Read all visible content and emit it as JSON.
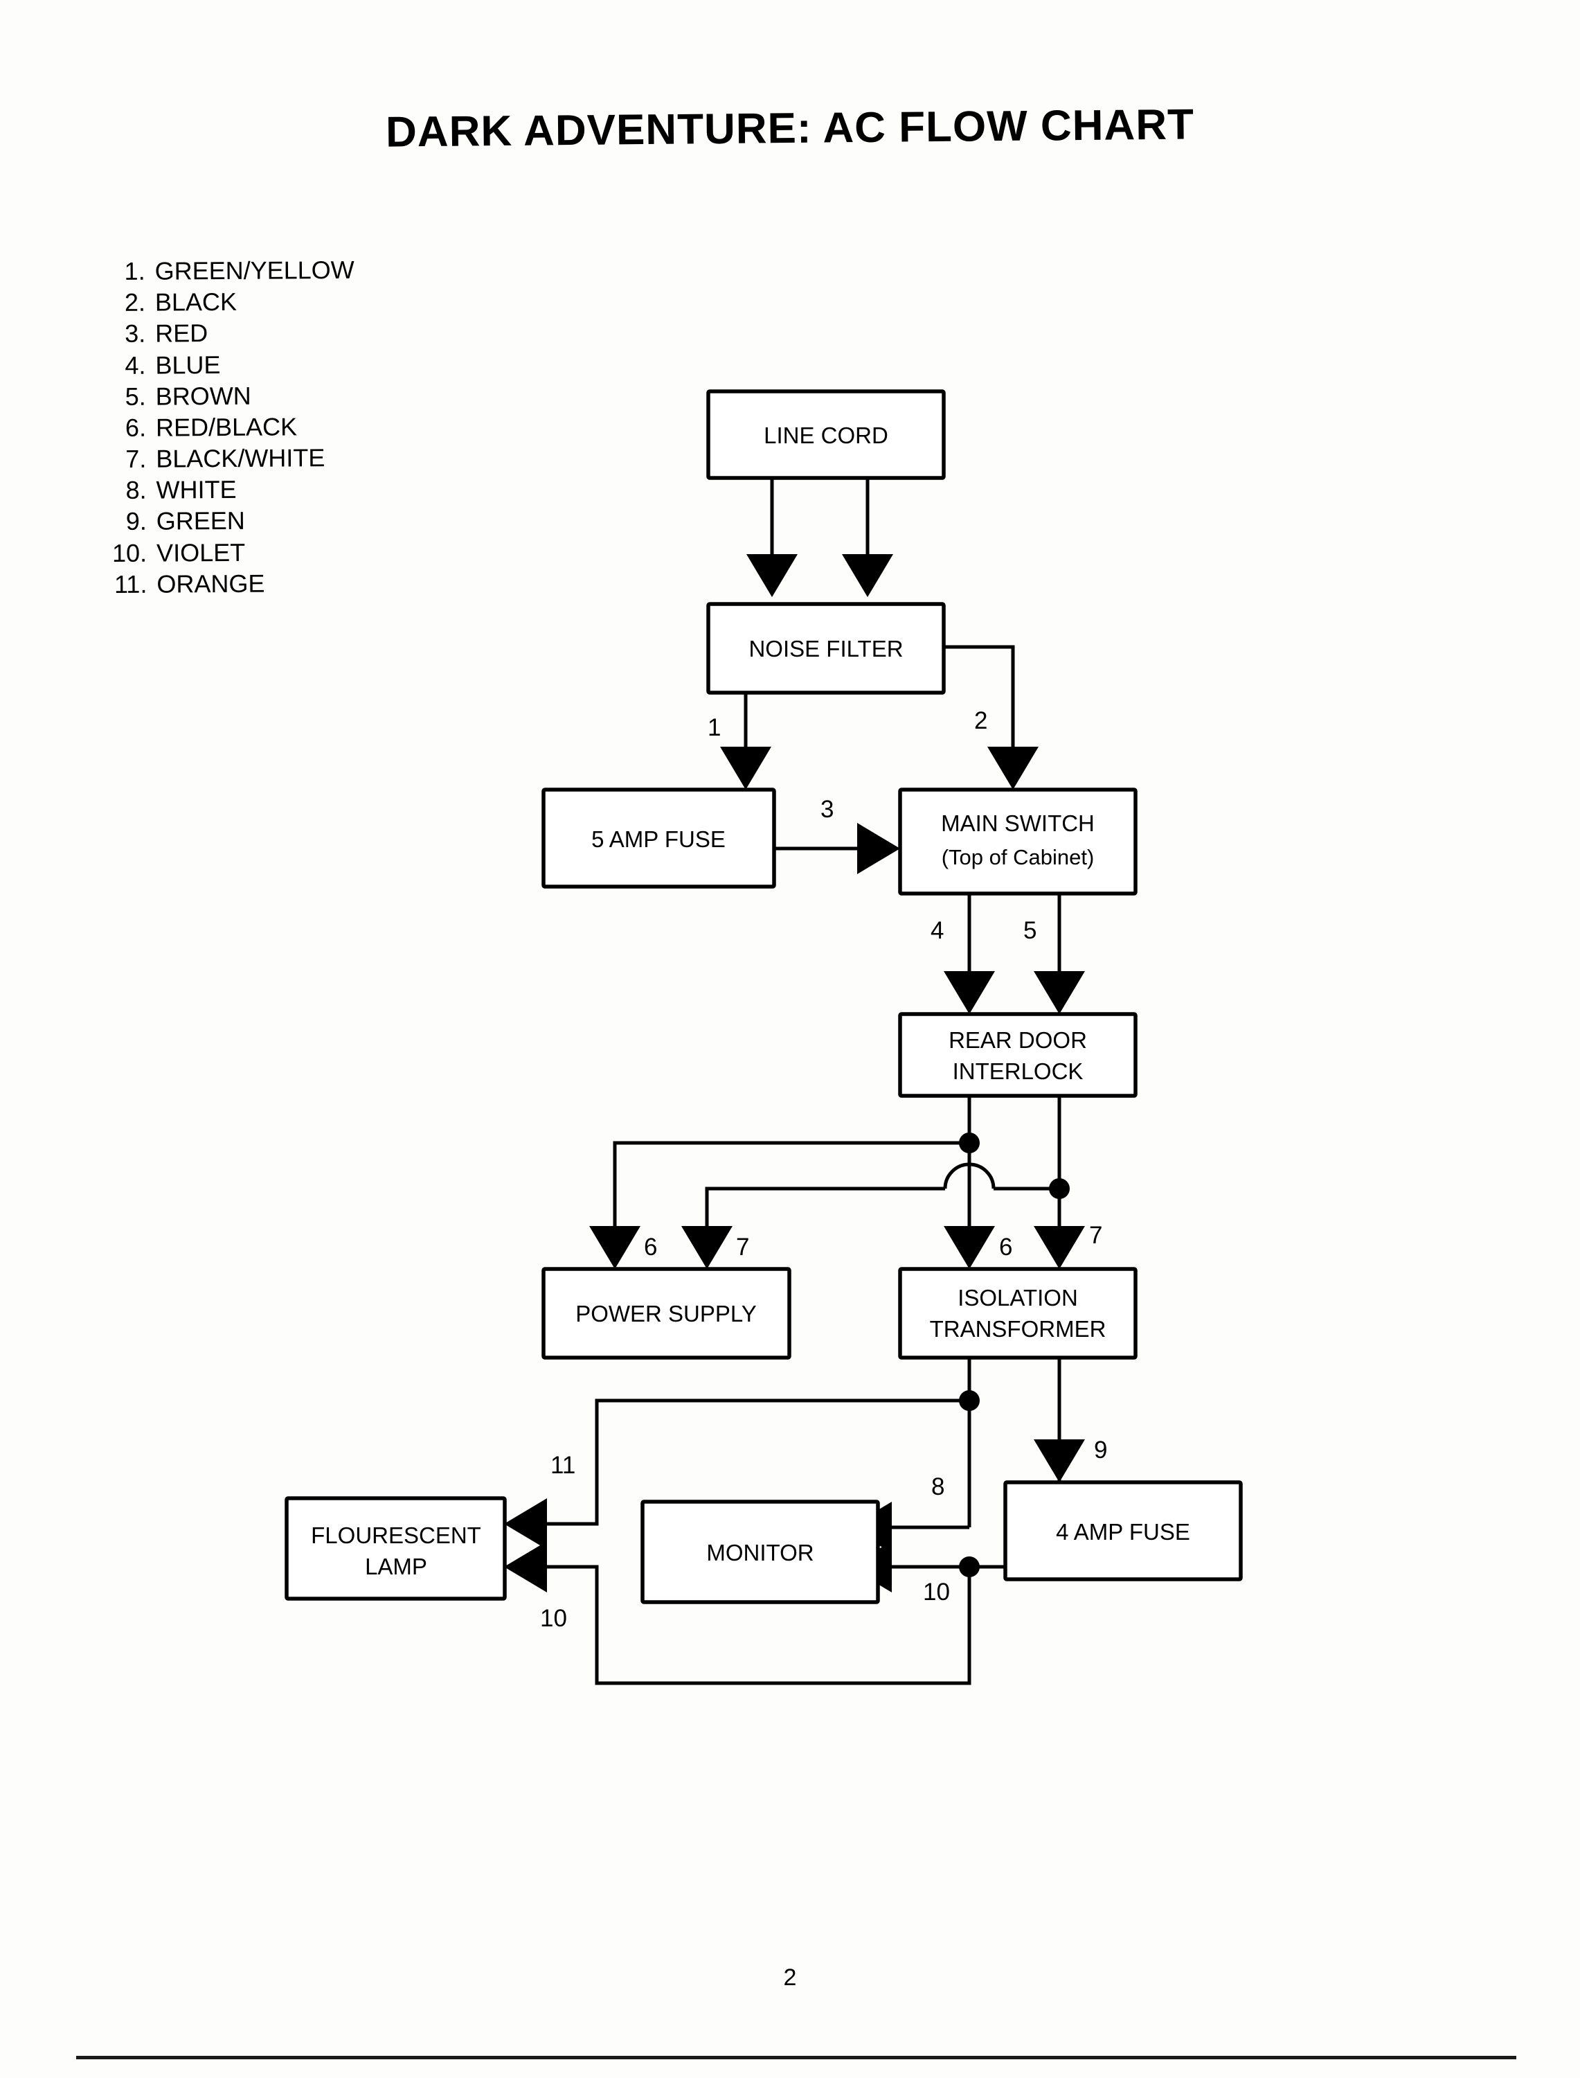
{
  "document": {
    "title": "DARK ADVENTURE: AC FLOW CHART",
    "page_number": "2"
  },
  "wire_legend": [
    {
      "num": "1.",
      "color": "GREEN/YELLOW"
    },
    {
      "num": "2.",
      "color": "BLACK"
    },
    {
      "num": "3.",
      "color": "RED"
    },
    {
      "num": "4.",
      "color": "BLUE"
    },
    {
      "num": "5.",
      "color": "BROWN"
    },
    {
      "num": "6.",
      "color": "RED/BLACK"
    },
    {
      "num": "7.",
      "color": "BLACK/WHITE"
    },
    {
      "num": "8.",
      "color": "WHITE"
    },
    {
      "num": "9.",
      "color": "GREEN"
    },
    {
      "num": "10.",
      "color": "VIOLET"
    },
    {
      "num": "11.",
      "color": "ORANGE"
    }
  ],
  "chart_data": {
    "type": "diagram",
    "title": "DARK ADVENTURE: AC FLOW CHART",
    "nodes": [
      {
        "id": "line-cord",
        "label": "LINE CORD",
        "sublabel": ""
      },
      {
        "id": "noise-filter",
        "label": "NOISE FILTER",
        "sublabel": ""
      },
      {
        "id": "five-amp-fuse",
        "label": "5 AMP FUSE",
        "sublabel": ""
      },
      {
        "id": "main-switch",
        "label": "MAIN SWITCH",
        "sublabel": "(Top of Cabinet)"
      },
      {
        "id": "rear-door-interlock",
        "label": "REAR DOOR",
        "sublabel": "INTERLOCK"
      },
      {
        "id": "power-supply",
        "label": "POWER SUPPLY",
        "sublabel": ""
      },
      {
        "id": "isolation-transformer",
        "label": "ISOLATION",
        "sublabel": "TRANSFORMER"
      },
      {
        "id": "flourescent-lamp",
        "label": "FLOURESCENT",
        "sublabel": "LAMP"
      },
      {
        "id": "monitor",
        "label": "MONITOR",
        "sublabel": ""
      },
      {
        "id": "four-amp-fuse",
        "label": "4 AMP FUSE",
        "sublabel": ""
      }
    ],
    "edges": [
      {
        "from": "line-cord",
        "to": "noise-filter",
        "wire": ""
      },
      {
        "from": "line-cord",
        "to": "noise-filter",
        "wire": ""
      },
      {
        "from": "noise-filter",
        "to": "five-amp-fuse",
        "wire": "1"
      },
      {
        "from": "noise-filter",
        "to": "main-switch",
        "wire": "2"
      },
      {
        "from": "five-amp-fuse",
        "to": "main-switch",
        "wire": "3"
      },
      {
        "from": "main-switch",
        "to": "rear-door-interlock",
        "wire": "4"
      },
      {
        "from": "main-switch",
        "to": "rear-door-interlock",
        "wire": "5"
      },
      {
        "from": "rear-door-interlock",
        "to": "power-supply",
        "wire": "6"
      },
      {
        "from": "rear-door-interlock",
        "to": "power-supply",
        "wire": "7"
      },
      {
        "from": "rear-door-interlock",
        "to": "isolation-transformer",
        "wire": "6"
      },
      {
        "from": "rear-door-interlock",
        "to": "isolation-transformer",
        "wire": "7"
      },
      {
        "from": "isolation-transformer",
        "to": "monitor",
        "wire": "8"
      },
      {
        "from": "isolation-transformer",
        "to": "four-amp-fuse",
        "wire": "9"
      },
      {
        "from": "isolation-transformer",
        "to": "flourescent-lamp",
        "wire": "11"
      },
      {
        "from": "four-amp-fuse",
        "to": "monitor",
        "wire": "10"
      },
      {
        "from": "four-amp-fuse",
        "to": "flourescent-lamp",
        "wire": "10"
      }
    ],
    "wire_numbers_shown": [
      "1",
      "2",
      "3",
      "4",
      "5",
      "6",
      "7",
      "6",
      "7",
      "8",
      "9",
      "10",
      "10",
      "11"
    ]
  },
  "nodes": {
    "line_cord": {
      "label": "LINE CORD",
      "sublabel": ""
    },
    "noise_filter": {
      "label": "NOISE FILTER",
      "sublabel": ""
    },
    "five_amp_fuse": {
      "label": "5 AMP FUSE",
      "sublabel": ""
    },
    "main_switch": {
      "label": "MAIN SWITCH",
      "sublabel": "(Top of Cabinet)"
    },
    "rear_door_interlock": {
      "label": "REAR DOOR",
      "sublabel": "INTERLOCK"
    },
    "power_supply": {
      "label": "POWER SUPPLY",
      "sublabel": ""
    },
    "isolation_transformer": {
      "label": "ISOLATION",
      "sublabel": "TRANSFORMER"
    },
    "flourescent_lamp": {
      "label": "FLOURESCENT",
      "sublabel": "LAMP"
    },
    "monitor": {
      "label": "MONITOR",
      "sublabel": ""
    },
    "four_amp_fuse": {
      "label": "4 AMP FUSE",
      "sublabel": ""
    }
  },
  "wire_labels": {
    "w1": "1",
    "w2": "2",
    "w3": "3",
    "w4": "4",
    "w5": "5",
    "w6_ps": "6",
    "w7_ps": "7",
    "w6_it": "6",
    "w7_it": "7",
    "w8": "8",
    "w9": "9",
    "w10_mon": "10",
    "w10_lamp": "10",
    "w11": "11"
  }
}
